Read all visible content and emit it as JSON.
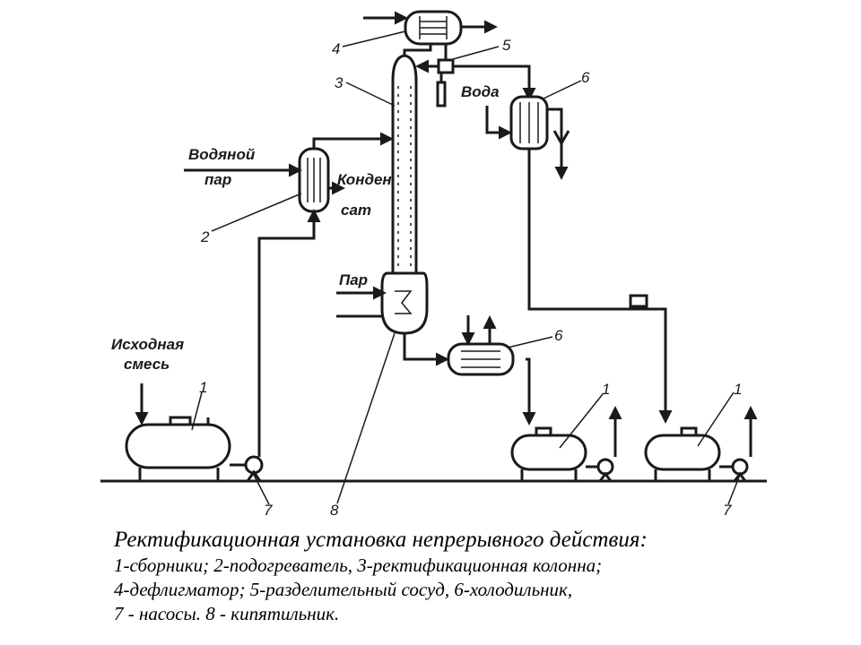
{
  "labels": {
    "feed": [
      "Исходная",
      "смесь"
    ],
    "steam_heater": [
      "Водяной",
      "пар"
    ],
    "condensate": [
      "Конден",
      "сат"
    ],
    "boiler_steam": "Пар",
    "water": "Вода"
  },
  "numbers": {
    "collector_left": "1",
    "collector_mid": "1",
    "collector_right": "1",
    "heater": "2",
    "column": "3",
    "dephlegmator": "4",
    "separator": "5",
    "cooler_top": "6",
    "cooler_bottom": "6",
    "pump_left": "7",
    "pump_right": "7",
    "boiler": "8"
  },
  "caption": {
    "title": "Ректификационная установка непрерывного действия:",
    "line1": "1-сборники; 2-подогреватель, 3-ректификационная колонна;",
    "line2": "4-дефлигматор; 5-разделительный сосуд, 6-холодильник,",
    "line3": "7 - насосы. 8 - кипятильник."
  }
}
